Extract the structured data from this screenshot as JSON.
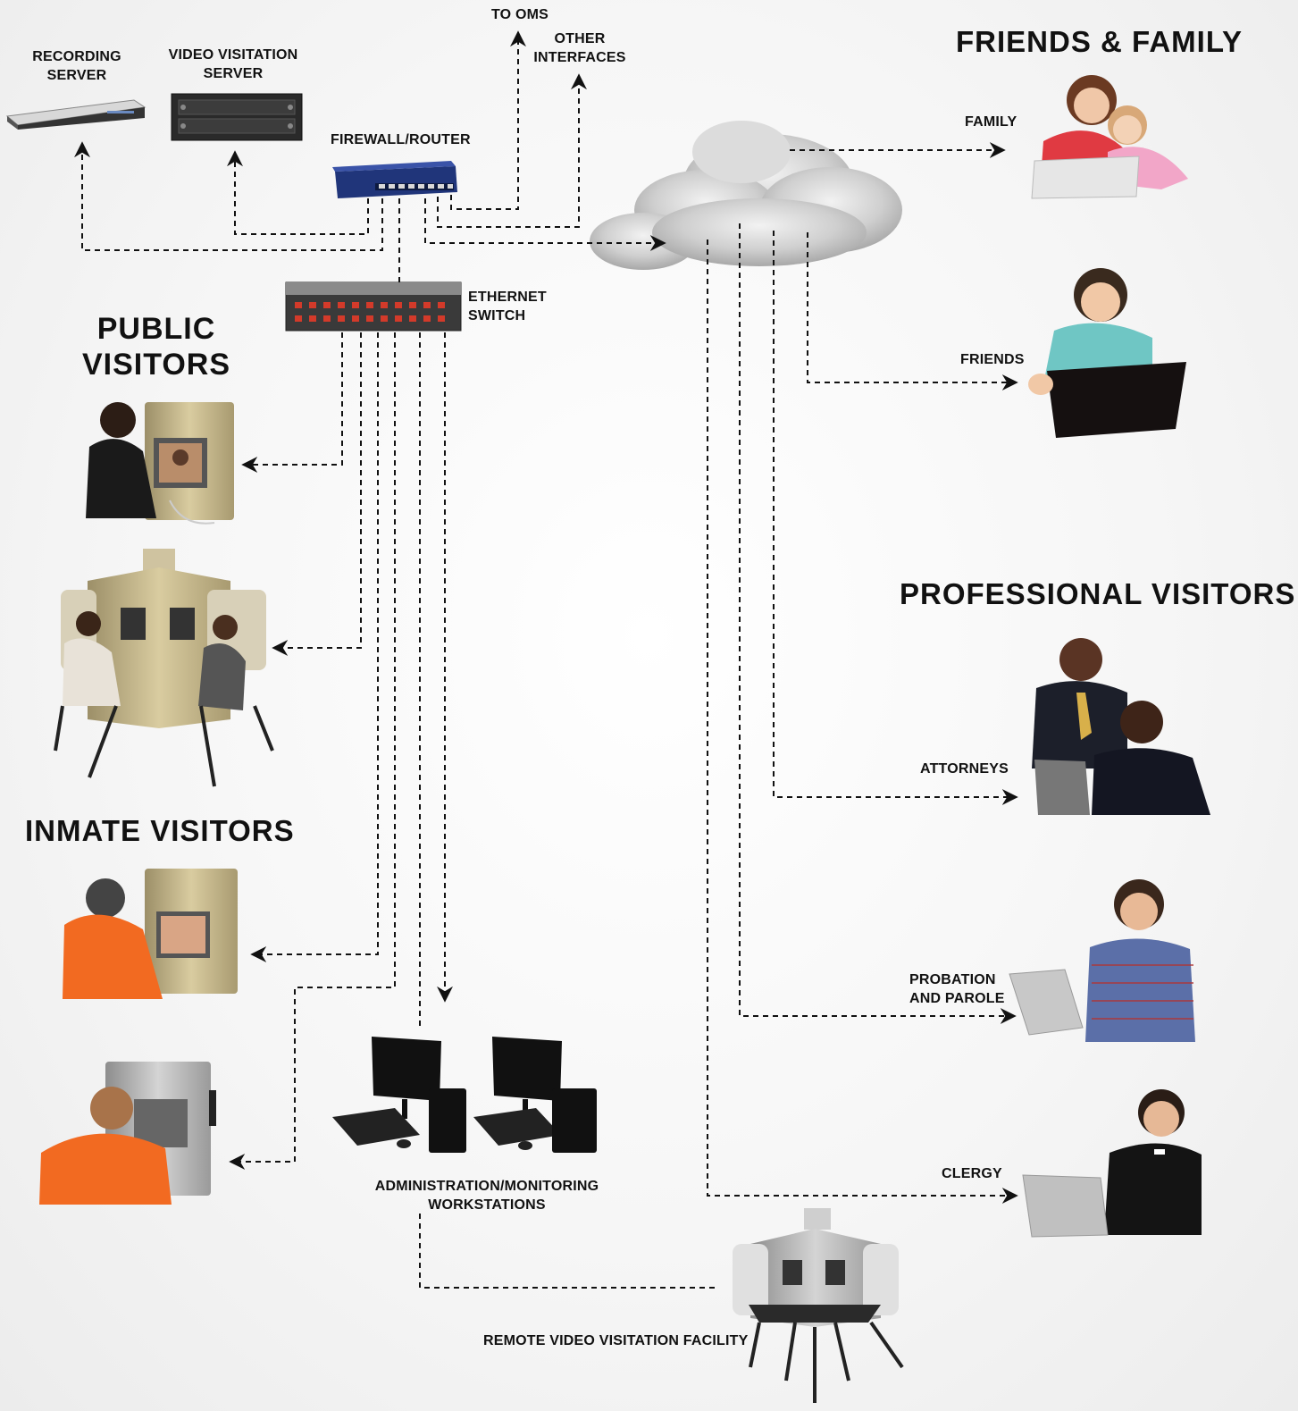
{
  "network": {
    "recording_server": [
      "RECORDING",
      "SERVER"
    ],
    "video_visitation_server": [
      "VIDEO VISITATION",
      "SERVER"
    ],
    "firewall_router": "FIREWALL/ROUTER",
    "to_oms": "TO OMS",
    "other_interfaces": [
      "OTHER",
      "INTERFACES"
    ],
    "ethernet_switch": [
      "ETHERNET",
      "SWITCH"
    ]
  },
  "groups": {
    "public_visitors": [
      "PUBLIC",
      "VISITORS"
    ],
    "inmate_visitors": "INMATE VISITORS",
    "friends_family": "FRIENDS & FAMILY",
    "professional_visitors": "PROFESSIONAL VISITORS"
  },
  "endpoints": {
    "family": "FAMILY",
    "friends": "FRIENDS",
    "attorneys": "ATTORNEYS",
    "probation_parole": [
      "PROBATION",
      "AND PAROLE"
    ],
    "clergy": "CLERGY",
    "admin_workstations": [
      "ADMINISTRATION/MONITORING",
      "WORKSTATIONS"
    ],
    "remote_facility": "REMOTE VIDEO VISITATION FACILITY"
  },
  "colors": {
    "line": "#111111",
    "inmate_uniform": "#f26a21",
    "kiosk": "#c8b98a",
    "cloud": "#c9c9c9"
  }
}
